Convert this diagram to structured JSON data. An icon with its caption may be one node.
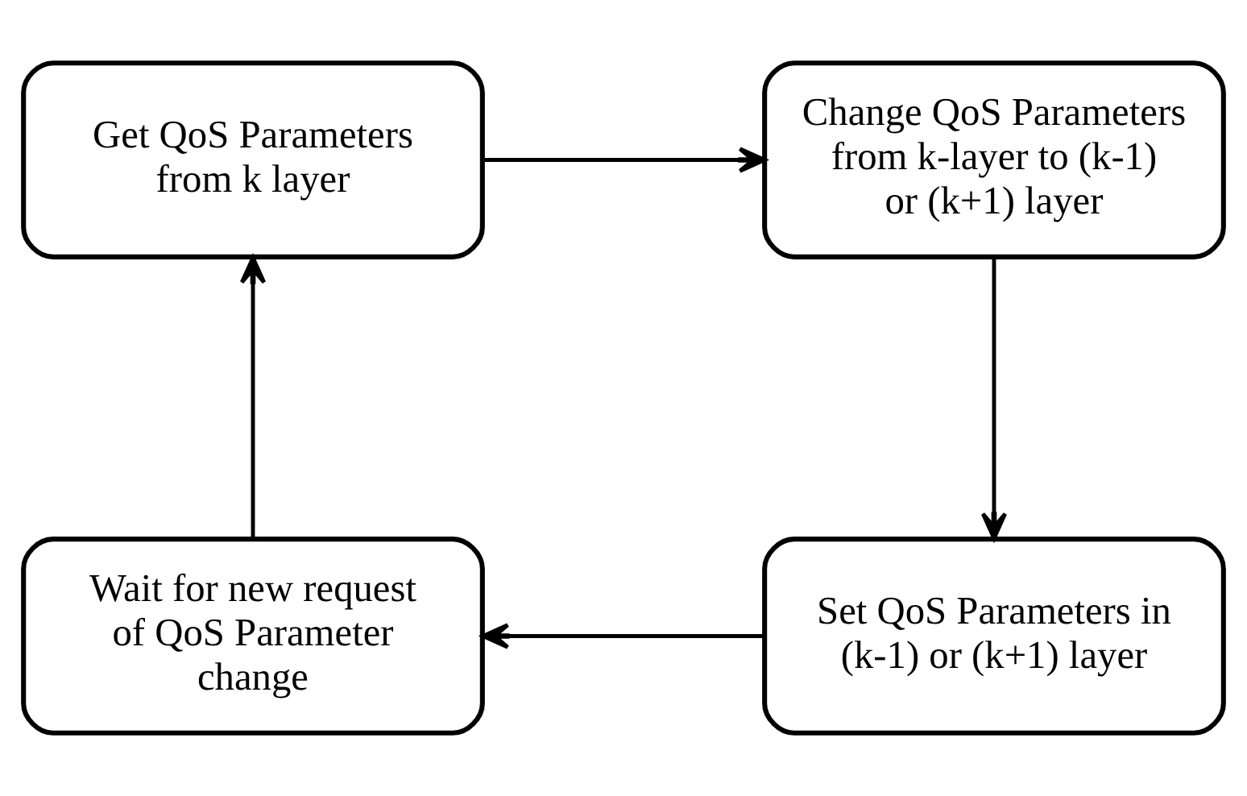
{
  "diagram": {
    "nodes": [
      {
        "text": [
          "Get QoS Parameters from k layer"
        ]
      },
      {
        "text": [
          "Change QoS Parameters from k-layer to (k-1) or (k+1) layer"
        ]
      },
      {
        "text": [
          "Set QoS Parameters in (k-1) or (k+1) layer"
        ]
      },
      {
        "text": [
          "Wait for new request of QoS Parameter change"
        ]
      }
    ],
    "edges": [
      {
        "from": 0,
        "to": 1,
        "arrow": "to"
      },
      {
        "from": 1,
        "to": 2,
        "arrow": "to"
      },
      {
        "from": 2,
        "to": 3,
        "arrow": "to"
      },
      {
        "from": 3,
        "to": 0,
        "arrow": "to"
      }
    ]
  }
}
